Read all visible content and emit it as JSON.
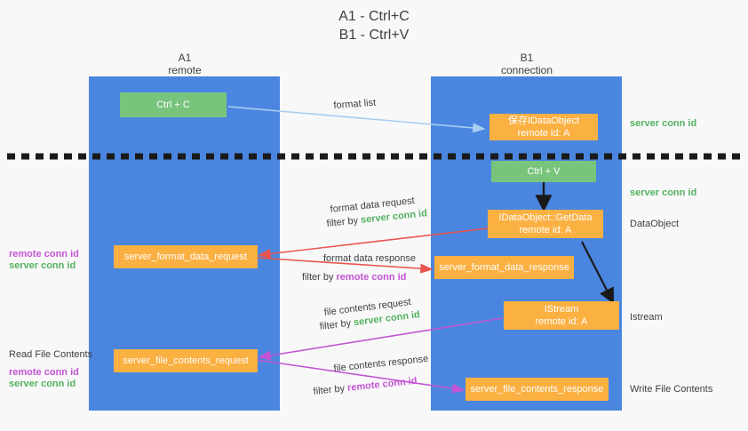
{
  "title": {
    "line1": "A1 - Ctrl+C",
    "line2": "B1 - Ctrl+V"
  },
  "columns": [
    {
      "name": "A1",
      "sub": "remote"
    },
    {
      "name": "B1",
      "sub": "connection"
    }
  ],
  "boxes": {
    "ctrl_c": "Ctrl + C",
    "ctrl_v": "Ctrl + V",
    "save_idataobject_l1": "保存IDataObject",
    "save_idataobject_l2": "remote id: A",
    "getdata_l1": "IDataObject::GetData",
    "getdata_l2": "remote id: A",
    "istream_l1": "IStream",
    "istream_l2": "remote id: A",
    "server_format_data_request": "server_format_data_request",
    "server_format_data_response": "server_format_data_response",
    "server_file_contents_request": "server_file_contents_request",
    "server_file_contents_response": "server_file_contents_response"
  },
  "annotations": {
    "format_list": "format list",
    "format_data_request": "format data request",
    "format_data_response": "format data response",
    "file_contents_request": "file contents request",
    "file_contents_response": "file contents response",
    "filter_by": "filter by",
    "server_conn_id": "server conn id",
    "remote_conn_id": "remote conn id"
  },
  "right_labels": {
    "server_conn_id_top": "server conn id",
    "server_conn_id_mid": "server conn id",
    "dataobject": "DataObject",
    "istream": "Istream",
    "write_file_contents": "Write File Contents"
  },
  "left_labels": {
    "remote_conn_id_1": "remote conn id",
    "server_conn_id_1": "server conn id",
    "read_file_contents": "Read File Contents",
    "remote_conn_id_2": "remote conn id",
    "server_conn_id_2": "server conn id"
  },
  "colors": {
    "lane": "#4a86e0",
    "green_box": "#79c47d",
    "orange_box": "#fbb042",
    "arrow_light_blue": "#a9cdf0",
    "arrow_red": "#e8554f",
    "arrow_magenta": "#c355d4",
    "arrow_black": "#1a1a1a",
    "text_green": "#53b260",
    "text_purple": "#c355d4",
    "background": "#f8f8f8"
  }
}
